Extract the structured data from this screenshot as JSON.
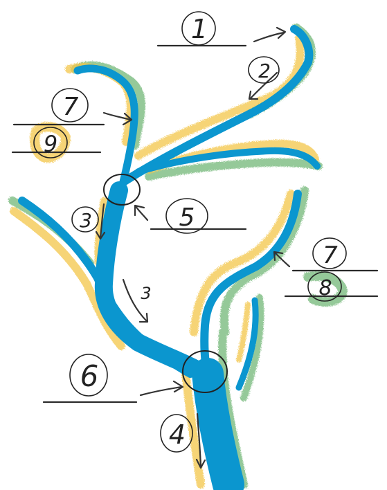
{
  "labels": {
    "l1": "1",
    "l2": "2",
    "l3a": "3",
    "l3b": "3",
    "l4": "4",
    "l5": "5",
    "l6": "6",
    "l7a": "7",
    "l7b": "7",
    "l8": "8",
    "l9": "9"
  },
  "colors": {
    "vessel": "#0b96cf",
    "yellow_band": "#f4c64a",
    "green_band": "#3f9e46",
    "ink": "#222222"
  }
}
